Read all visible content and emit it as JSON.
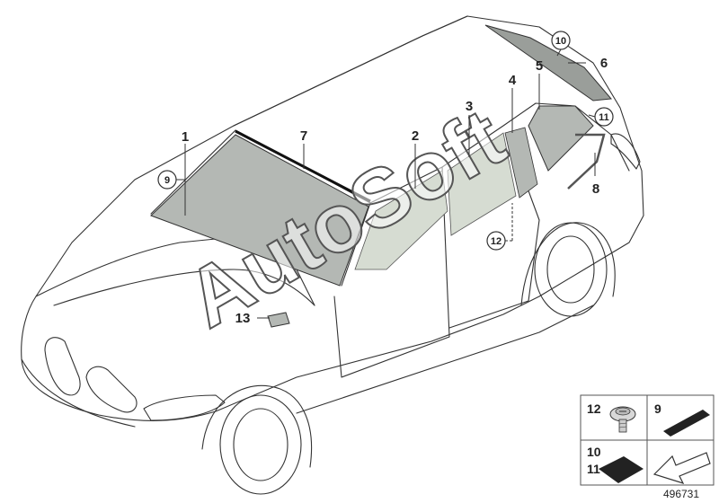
{
  "diagram": {
    "callouts": [
      "1",
      "2",
      "3",
      "4",
      "5",
      "6",
      "7",
      "8",
      "9",
      "10",
      "11",
      "12",
      "13"
    ],
    "legend": {
      "items": [
        "12",
        "9",
        "10",
        "11"
      ]
    },
    "diagram_number": "496731",
    "watermark": "AutoSoft",
    "colors": {
      "glass": "#b4b8b4",
      "glass_light": "#d6dcd2",
      "outline": "#333333",
      "legend_border": "#555555"
    }
  }
}
